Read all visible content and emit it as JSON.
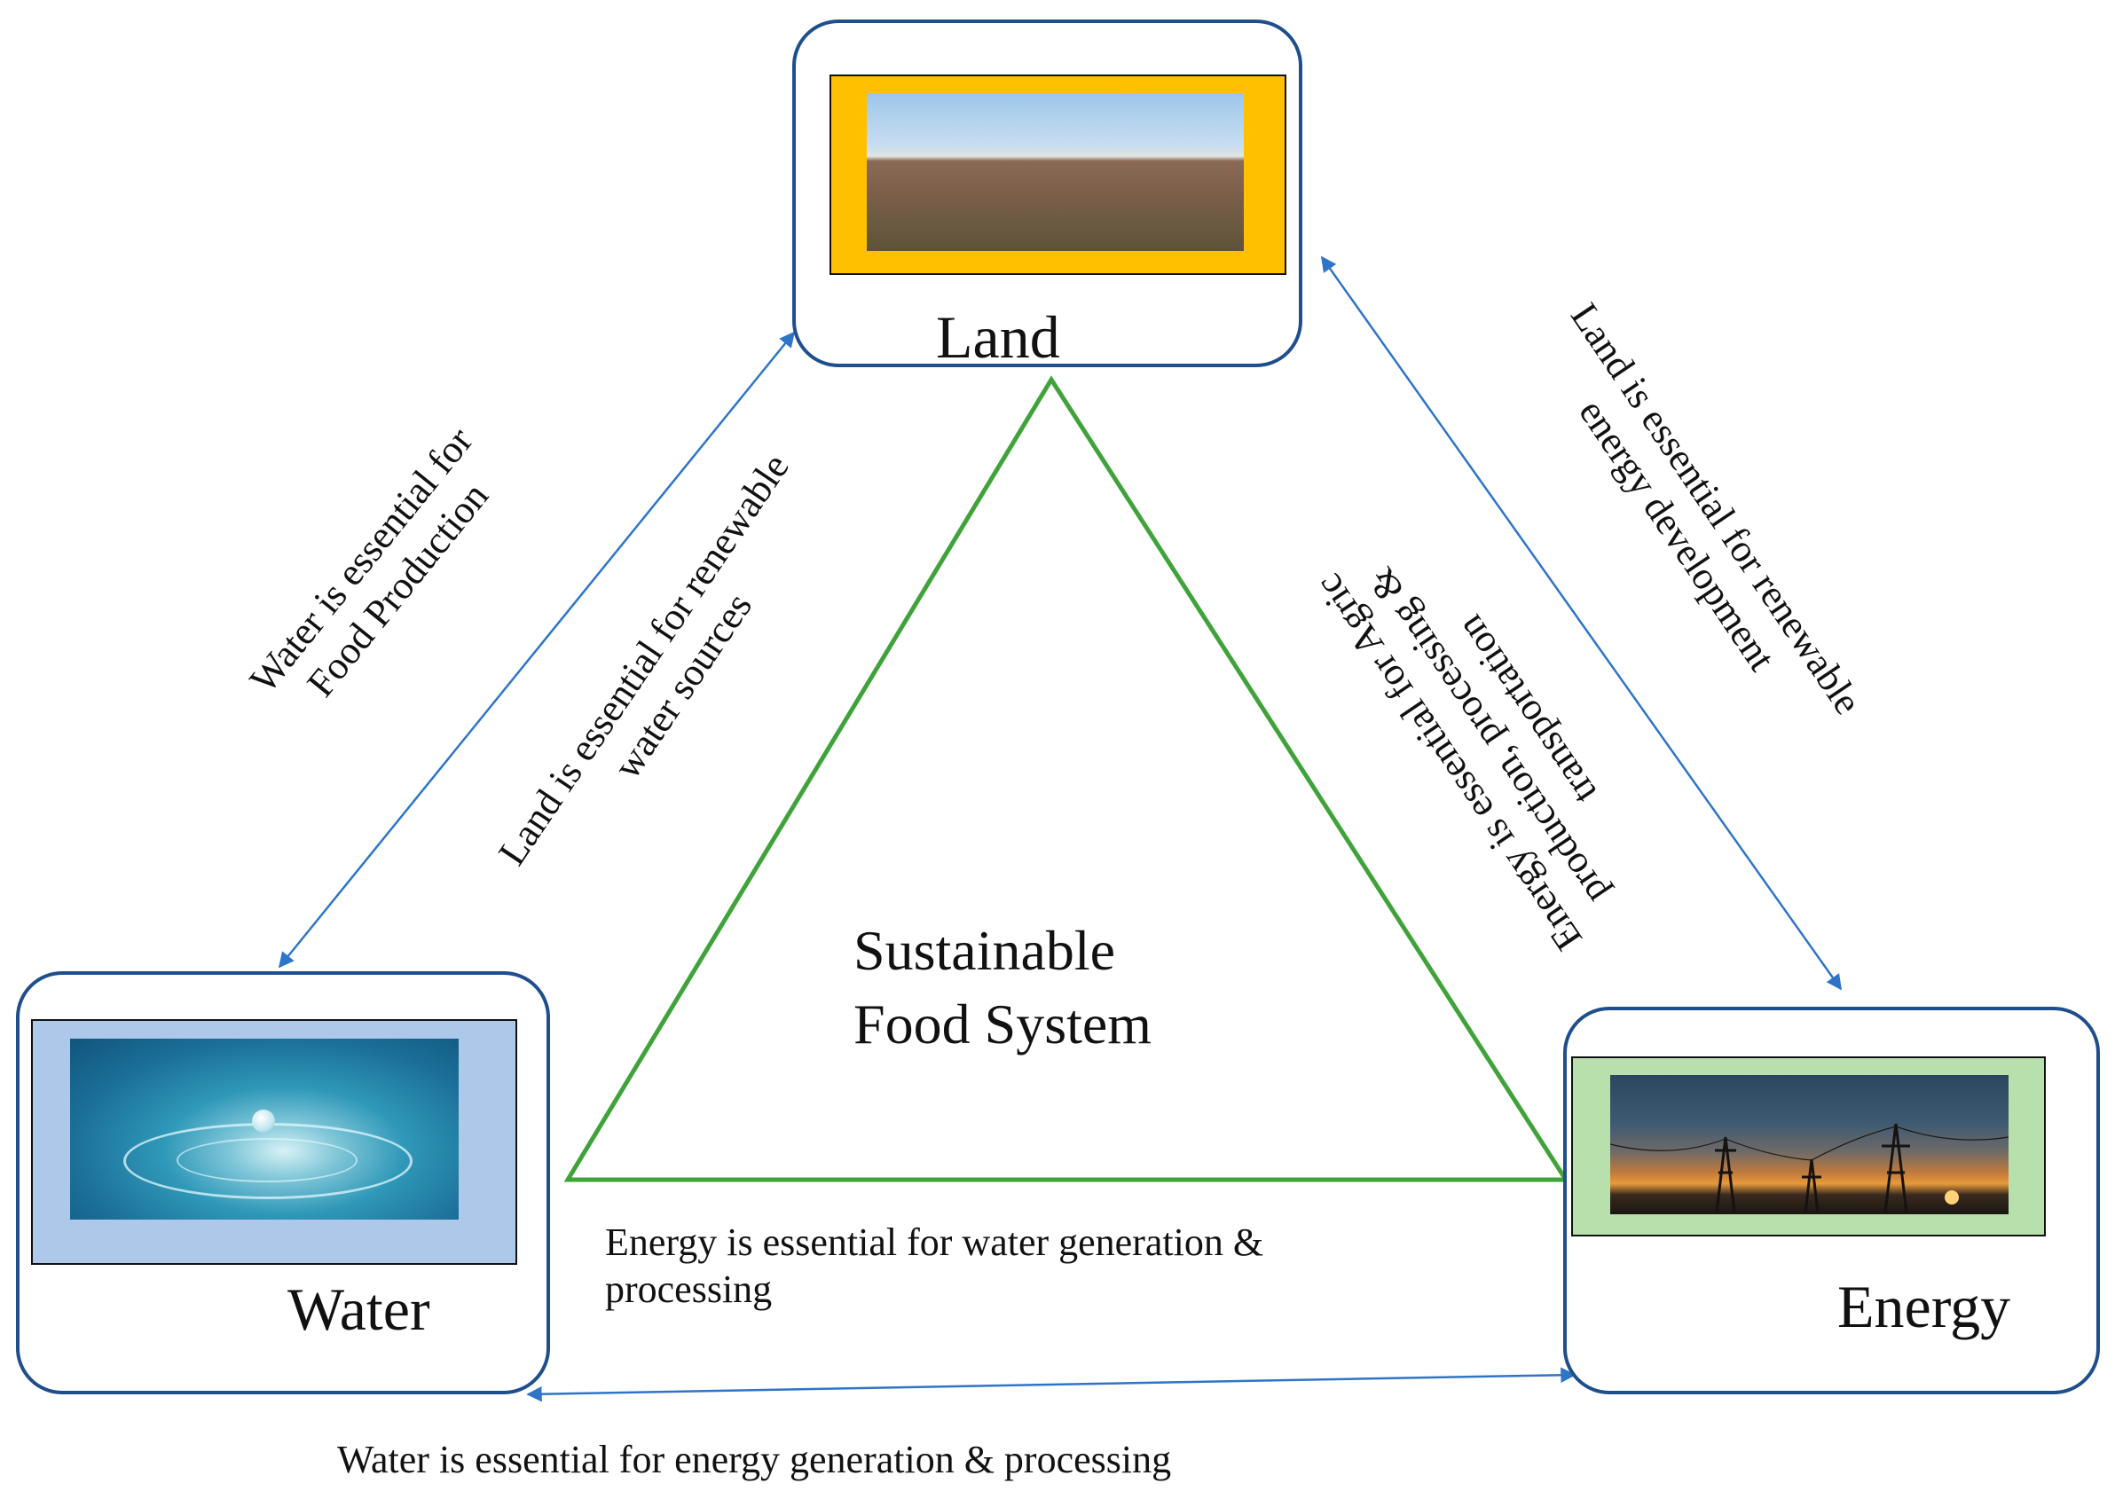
{
  "nodes": {
    "land": {
      "label": "Land",
      "icon": "landscape-photo"
    },
    "water": {
      "label": "Water",
      "icon": "water-drop-photo"
    },
    "energy": {
      "label": "Energy",
      "icon": "power-lines-sunset-photo"
    }
  },
  "center": {
    "line1": "Sustainable",
    "line2": "Food System"
  },
  "relations": {
    "water_land_outer": {
      "line1": "Water is essential for",
      "line2": "Food Production"
    },
    "water_land_inner": {
      "line1": "Land is essential for renewable",
      "line2": "water sources"
    },
    "land_energy_outer": {
      "line1": "Land is essential for renewable",
      "line2": "energy development"
    },
    "land_energy_inner": {
      "line1": "Energy is essential for Agric",
      "line2": "production, processing &",
      "line3": "transportation"
    },
    "energy_water_inner": {
      "line1": "Energy is essential for water generation &",
      "line2": "processing"
    },
    "energy_water_outer": {
      "line1": "Water is essential for energy generation & processing"
    }
  },
  "colors": {
    "node_border": "#1f4e8c",
    "arrow": "#2e75c8",
    "triangle": "#3fa33a",
    "land_frame": "#ffc000",
    "water_frame": "#aec8ea",
    "energy_frame": "#b8e0ad"
  }
}
